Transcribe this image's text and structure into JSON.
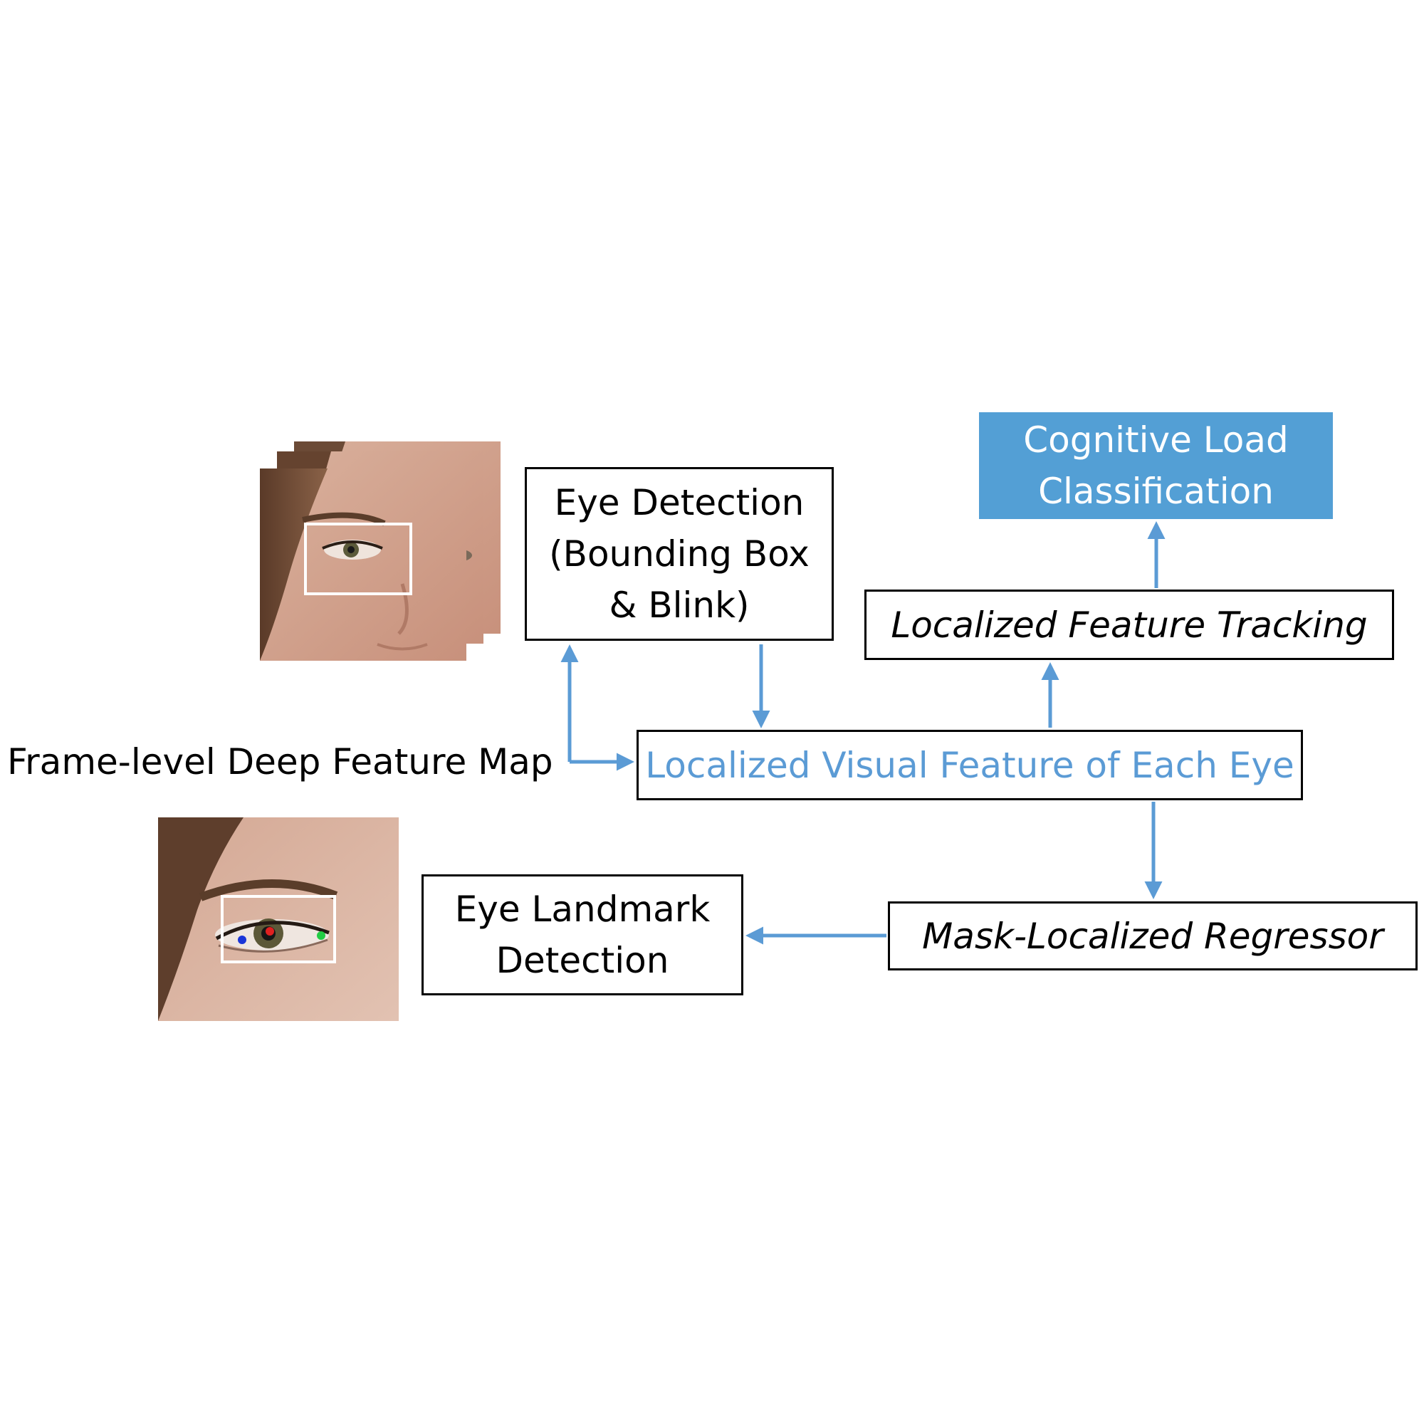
{
  "labels": {
    "frame_level": "Frame-level Deep Feature Map"
  },
  "nodes": {
    "eye_detection": [
      "Eye Detection",
      "(Bounding Box",
      "& Blink)"
    ],
    "localized_visual": "Localized Visual Feature of Each Eye",
    "localized_tracking": "Localized Feature Tracking",
    "cognitive_load": [
      "Cognitive Load",
      "Classification"
    ],
    "mask_regressor": "Mask-Localized Regressor",
    "eye_landmark": [
      "Eye Landmark",
      "Detection"
    ]
  },
  "colors": {
    "arrow": "#5b9bd5",
    "highlight_fill": "#539fd5",
    "highlight_text": "#5b9bd5",
    "landmark_points": [
      "#1a35d8",
      "#e02020",
      "#22cc44"
    ]
  }
}
